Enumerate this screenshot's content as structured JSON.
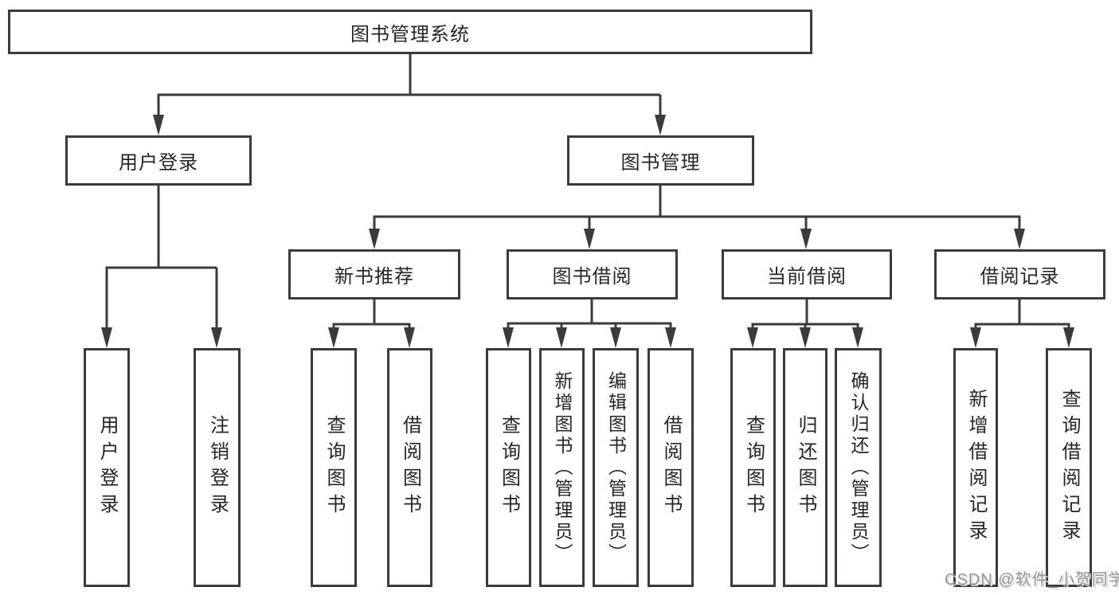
{
  "colors": {
    "background": "#ffffff",
    "line": "#3b3b3b",
    "box_border": "#3b3b3b",
    "text": "#262626",
    "watermark": "#969696"
  },
  "watermark": {
    "text": "CSDN @软件_小贺同学"
  },
  "tree": {
    "label": "图书管理系统",
    "children": [
      {
        "label": "用户登录",
        "children": [
          {
            "label": "用户登录"
          },
          {
            "label": "注销登录"
          }
        ]
      },
      {
        "label": "图书管理",
        "children": [
          {
            "label": "新书推荐",
            "children": [
              {
                "label": "查询图书"
              },
              {
                "label": "借阅图书"
              }
            ]
          },
          {
            "label": "图书借阅",
            "children": [
              {
                "label": "查询图书"
              },
              {
                "label": "新增图书（管理员）"
              },
              {
                "label": "编辑图书（管理员）"
              },
              {
                "label": "借阅图书"
              }
            ]
          },
          {
            "label": "当前借阅",
            "children": [
              {
                "label": "查询图书"
              },
              {
                "label": "归还图书"
              },
              {
                "label": "确认归还（管理员）"
              }
            ]
          },
          {
            "label": "借阅记录",
            "children": [
              {
                "label": "新增借阅记录"
              },
              {
                "label": "查询借阅记录"
              }
            ]
          }
        ]
      }
    ]
  }
}
